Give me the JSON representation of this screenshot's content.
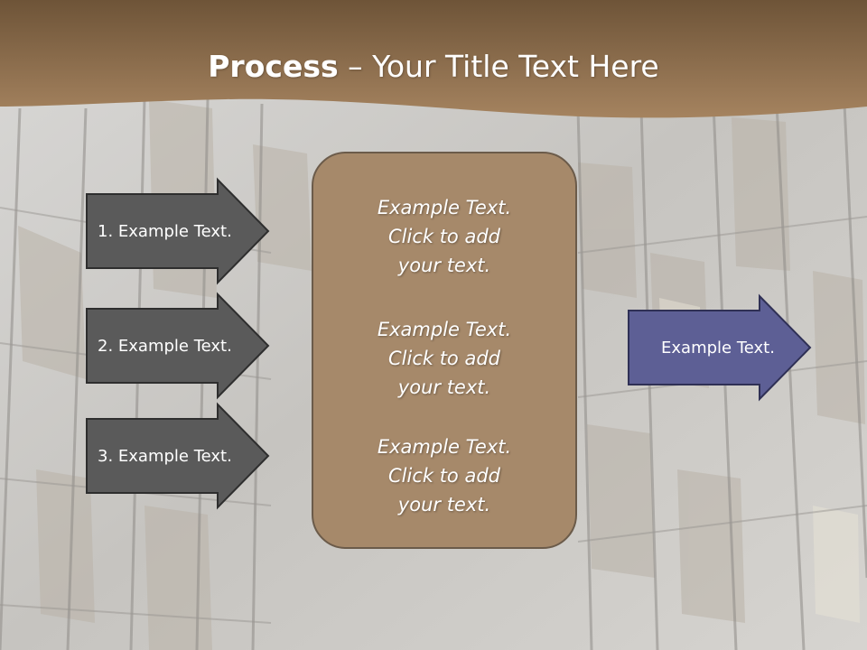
{
  "title": {
    "bold": "Process",
    "rest": " – Your Title Text Here"
  },
  "arrows_left": [
    "1. Example Text.",
    "2. Example Text.",
    "3. Example Text."
  ],
  "arrow_right": "Example Text.",
  "panel_blocks": [
    [
      "Example Text.",
      "Click  to add",
      "your text."
    ],
    [
      "Example Text.",
      "Click  to add",
      "your text."
    ],
    [
      "Example Text.",
      "Click  to add",
      "your text."
    ]
  ],
  "colors": {
    "header": "#8a6b4c",
    "dark_arrow": "#5a5a5a",
    "accent_arrow": "#5d5f95",
    "panel": "#a6896a"
  }
}
